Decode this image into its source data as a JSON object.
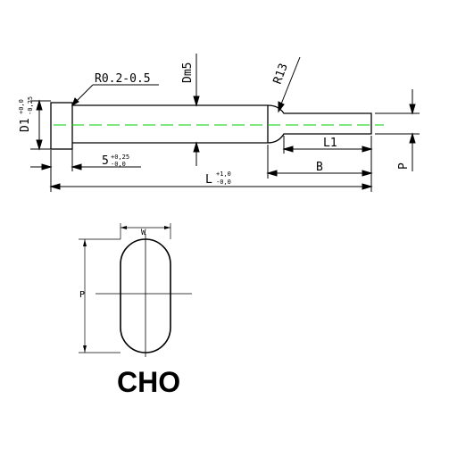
{
  "labels": {
    "r_head": "R0.2-0.5",
    "dm": "Dm5",
    "r_neck": "R13",
    "d1": "D1",
    "d1_tol_upper": "+0,0",
    "d1_tol_lower": "-0,25",
    "head_len": "5",
    "head_tol_upper": "+0,25",
    "head_tol_lower": "-0,0",
    "l1": "L1",
    "b": "B",
    "p_side": "P",
    "l": "L",
    "l_tol_upper": "+1,0",
    "l_tol_lower": "-0,0",
    "w": "W",
    "p_section": "P",
    "profile_code": "CHO"
  },
  "colors": {
    "line": "#000000",
    "centerline": "#00cc00"
  }
}
